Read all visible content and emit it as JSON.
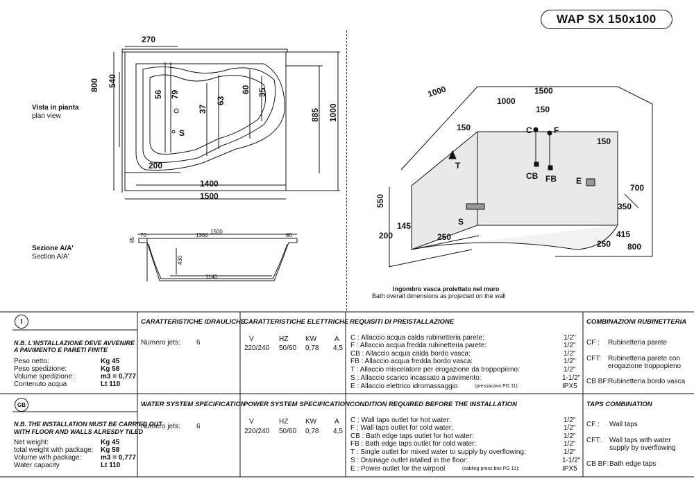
{
  "title": "WAP SX 150x100",
  "plan": {
    "label_it": "Vista in pianta",
    "label_en": "plan view",
    "dims": {
      "d270": "270",
      "d800": "800",
      "d540": "540",
      "d56": "56",
      "d79": "79",
      "d37": "37",
      "d63": "63",
      "d60": "60",
      "d35": "35",
      "d885": "885",
      "d1000": "1000",
      "d200": "200",
      "d1400": "1400",
      "d1500": "1500",
      "s": "S"
    }
  },
  "section": {
    "label_it": "Sezione A/A'",
    "label_en": "Section A/A'",
    "dims": {
      "d45": "45",
      "d70": "70",
      "d1360": "1360",
      "d1500": "1500",
      "d80": "80",
      "d430": "430",
      "d1140": "1140"
    }
  },
  "iso": {
    "caption_it": "Ingombro vasca proiettato nel muro",
    "caption_en": "Bath overall dimensions as projected on the wall",
    "dims": {
      "d1000a": "1000",
      "d1000b": "1000",
      "d1500": "1500",
      "d150a": "150",
      "d150b": "150",
      "d150c": "150",
      "c": "C",
      "f": "F",
      "t": "T",
      "cb": "CB",
      "fb": "FB",
      "e": "E",
      "d700": "700",
      "d550": "550",
      "d350": "350",
      "d145": "145",
      "s": "S",
      "d200": "200",
      "d250a": "250",
      "d415": "415",
      "d250b": "250",
      "d800": "800"
    }
  },
  "table_it": {
    "flag": "I",
    "note": [
      "N.B. L'INSTALLAZIONE DEVE AVVENIRE",
      "A PAVIMENTO E PARETI FINITE"
    ],
    "specs": [
      {
        "label": "Peso netto:",
        "value": "Kg 45"
      },
      {
        "label": "Peso spedizione:",
        "value": "Kg 58"
      },
      {
        "label": "Volume spedizione:",
        "value": "m3 = 0,777"
      },
      {
        "label": "Contenuto acqua",
        "value": "Lt 110"
      }
    ],
    "h_hydraulic": "CARATTERISTICHE IDRAULICHE",
    "jets_label": "Numero jets:",
    "jets_value": "6",
    "h_electric": "CARATTERISTICHE ELETTRICHE",
    "elec_head": [
      "V",
      "HZ",
      "KW",
      "A"
    ],
    "elec_vals": [
      "220/240",
      "50/60",
      "0,78",
      "4,5"
    ],
    "h_requirements": "REQUISITI DI PREISTALLAZIONE",
    "requirements": [
      {
        "text": "C : Allaccio acqua calda rubinetteria parete:",
        "value": "1/2\""
      },
      {
        "text": "F : Allaccio acqua fredda rubinetteria parete:",
        "value": "1/2\""
      },
      {
        "text": "CB : Allaccio acqua calda bordo vasca:",
        "value": "1/2\""
      },
      {
        "text": "FB : Allaccio acqua fredda bordo vasca:",
        "value": "1/2\""
      },
      {
        "text": "T : Allaccio miscelatore per erogazione da troppopieno:",
        "value": "1/2\""
      },
      {
        "text": "S : Allaccio scarico incassato a pavimento:",
        "value": "1-1/2\""
      },
      {
        "text": "E : Allaccio elettrico idromassaggio",
        "note": "(pressacavo PG 11):",
        "value": "IPX5"
      }
    ],
    "h_combos": "COMBINAZIONI RUBINETTERIA",
    "combos": [
      {
        "code": "CF :",
        "text": "Rubinetteria parete"
      },
      {
        "code": "CFT:",
        "text": "Rubinetteria parete con erogazione troppopieno"
      },
      {
        "code": "CB BF:",
        "text": "Rubinetteria bordo vasca"
      }
    ]
  },
  "table_gb": {
    "flag": "GB",
    "note": [
      "N.B. THE INSTALLATION MUST BE CARRIED OUT",
      "WITH FLOOR AND WALLS ALRESDY TILED"
    ],
    "specs": [
      {
        "label": "Net weight:",
        "value": "Kg 45"
      },
      {
        "label": "total weight with package:",
        "value": "Kg 58"
      },
      {
        "label": "Volume with package:",
        "value": "m3 = 0,777"
      },
      {
        "label": "Water capacity",
        "value": "Lt 110"
      }
    ],
    "h_hydraulic": "WATER SYSTEM SPECIFICATION",
    "jets_label": "Numero jets:",
    "jets_value": "6",
    "h_electric": "POWER SYSTEM SPECIFICATION",
    "elec_head": [
      "V",
      "HZ",
      "KW",
      "A"
    ],
    "elec_vals": [
      "220/240",
      "50/60",
      "0,78",
      "4,5"
    ],
    "h_requirements": "CONDITION REQUIRED BEFORE THE INSTALLATION",
    "requirements": [
      {
        "text": "C : Wall taps outlet for hot water:",
        "value": "1/2\""
      },
      {
        "text": "F : Wall taps outlet for cold water:",
        "value": "1/2\""
      },
      {
        "text": "CB : Bath edge taps outlet for hot water:",
        "value": "1/2\""
      },
      {
        "text": "FB : Bath edge taps outlet for cold water:",
        "value": "1/2\""
      },
      {
        "text": "T : Single outlet for mixed water to supply by overflowing:",
        "value": "1/2\""
      },
      {
        "text": "S : Drainage outlet istalled in the floor:",
        "value": "1-1/2\""
      },
      {
        "text": "E : Power outlet for the wirpool",
        "note": "(cabling press box PG 11):",
        "value": "IPX5"
      }
    ],
    "h_combos": "TAPS COMBINATION",
    "combos": [
      {
        "code": "CF :",
        "text": "Wall taps"
      },
      {
        "code": "CFT:",
        "text": "Wall taps with water supply by overflowing"
      },
      {
        "code": "CB BF:",
        "text": "Bath edge taps"
      }
    ]
  }
}
